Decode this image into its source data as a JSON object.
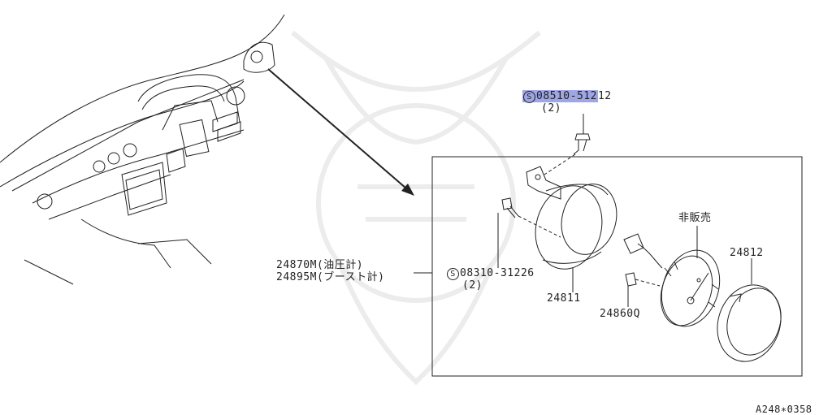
{
  "labels": {
    "bolt_top_part_hl": "08510-512",
    "bolt_top_part_rest": "12",
    "bolt_top_qty": "(2)",
    "bolt_left_part": "08310-31226",
    "bolt_left_qty": "(2)",
    "meter_oil": "24870M(油圧計)",
    "meter_boost": "24895M(ブースト計)",
    "housing": "24811",
    "bulb": "24860Q",
    "not_for_sale": "非販売",
    "ring": "24812",
    "figure_code": "A248∗0358",
    "standard_part_symbol": "S"
  },
  "colors": {
    "line": "#222222",
    "highlight": "#9fa6e6",
    "watermark": "#ececec"
  }
}
